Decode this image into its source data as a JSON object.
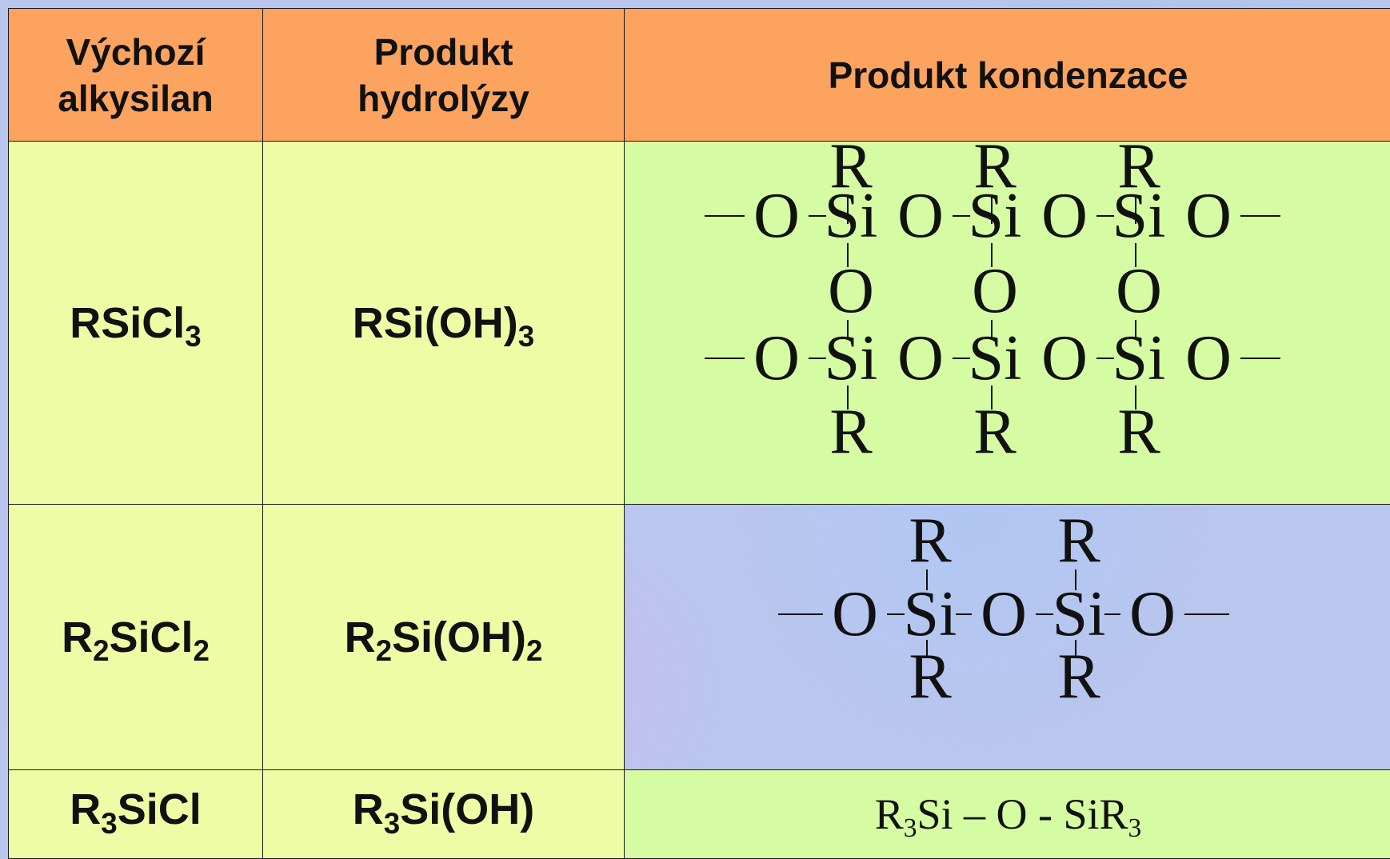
{
  "table": {
    "headers": [
      "Výchozí alkysilan",
      "Produkt hydrolýzy",
      "Produkt kondenzace"
    ],
    "header_lines": {
      "col1": [
        "Výchozí",
        "alkysilan"
      ],
      "col2": [
        "Produkt",
        "hydrolýzy"
      ],
      "col3": [
        "Produkt kondenzace"
      ]
    },
    "rows": [
      {
        "silane": {
          "a": "RSiCl",
          "a_sub": "3"
        },
        "hydrolysis": {
          "a": "RSi(OH)",
          "a_sub": "3"
        },
        "condensation": "structure-network"
      },
      {
        "silane": {
          "a": "R",
          "a_sub": "2",
          "b": "SiCl",
          "b_sub": "2"
        },
        "hydrolysis": {
          "a": "R",
          "a_sub": "2",
          "b": "Si(OH)",
          "b_sub": "2"
        },
        "condensation": "structure-chain"
      },
      {
        "silane": {
          "a": "R",
          "a_sub": "3",
          "b": "SiCl"
        },
        "hydrolysis": {
          "a": "R",
          "a_sub": "3",
          "b": "Si(OH)"
        },
        "condensation": {
          "a": "R",
          "a_sub": "3",
          "b": "Si – O - SiR",
          "b_sub": "3"
        }
      }
    ]
  },
  "symbols": {
    "r": "R",
    "o": "O",
    "si": "Si"
  },
  "colors": {
    "header_bg": "#fba35f",
    "cell_bg": "#eefca6",
    "structure_bg": "#d5fca2",
    "page_bg": "#b9c6ee"
  }
}
